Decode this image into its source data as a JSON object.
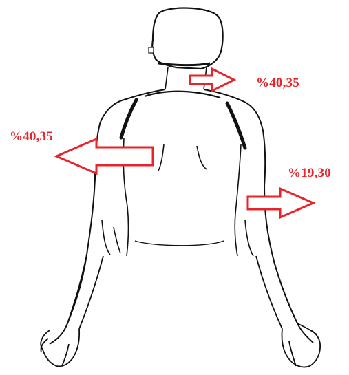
{
  "labels": {
    "neck": "%40,35",
    "left_shoulder": "%40,35",
    "right_arm": "%19,30"
  },
  "colors": {
    "annotation": "#e8232a",
    "outline": "#111111",
    "background": "#ffffff"
  }
}
